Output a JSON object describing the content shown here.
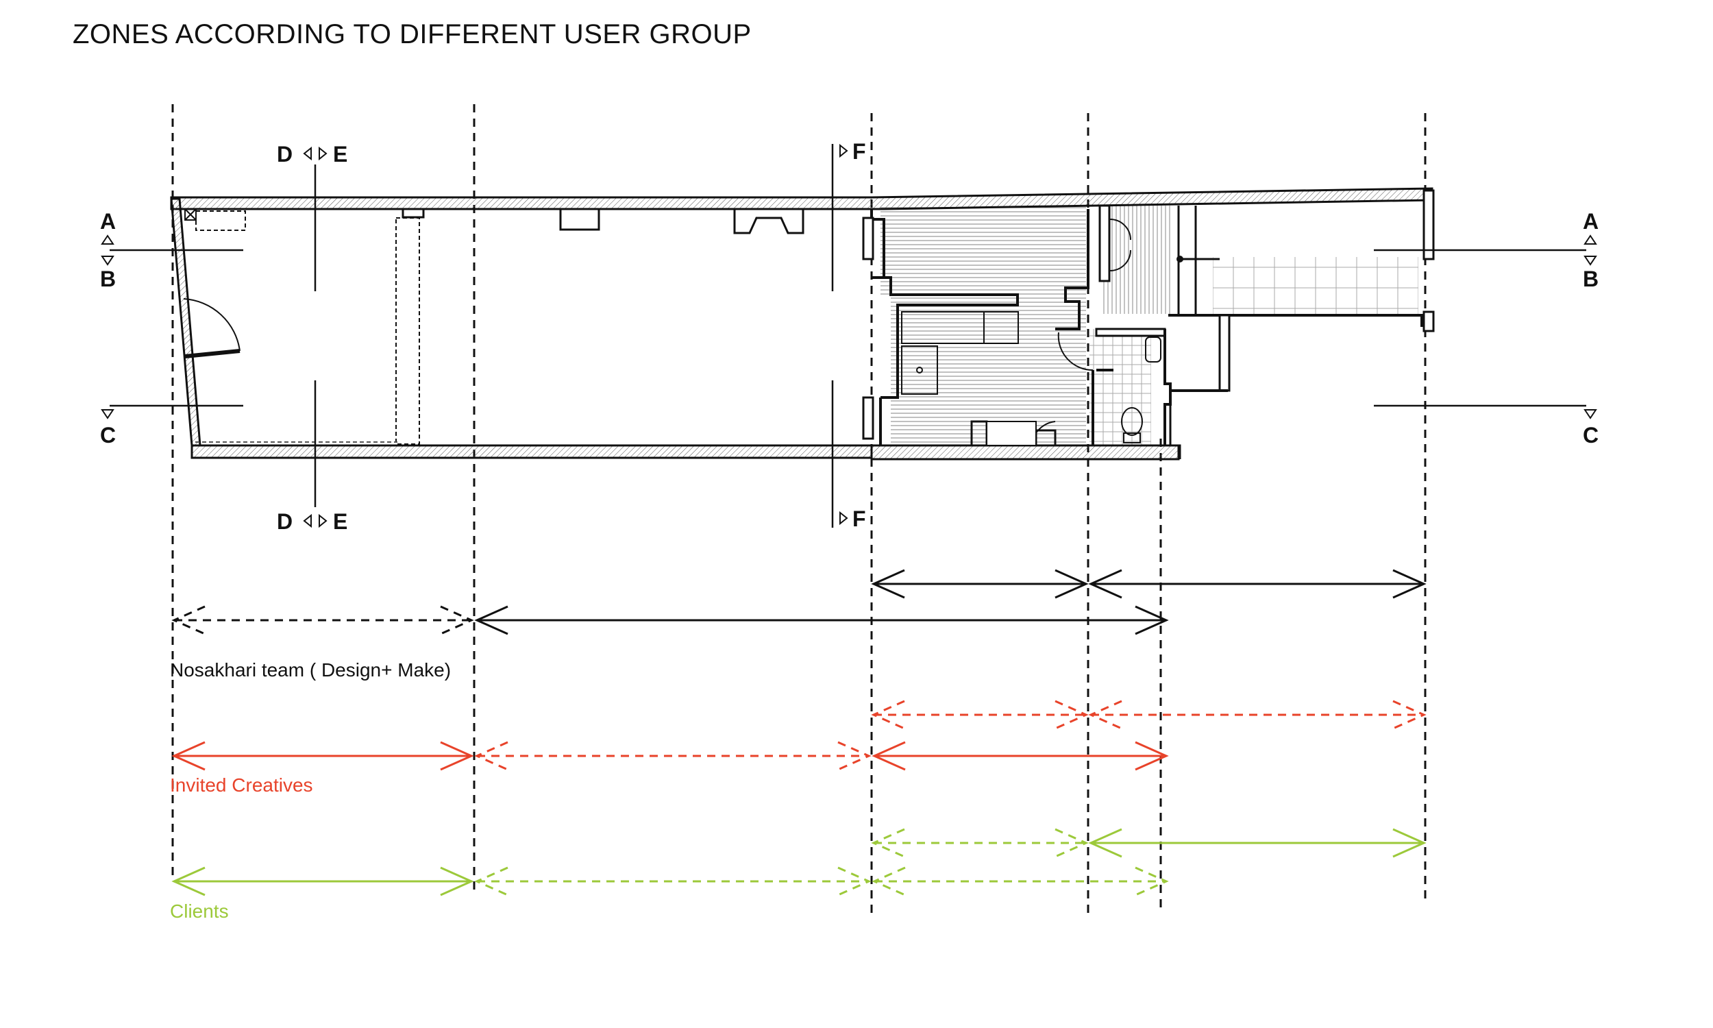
{
  "title": "ZONES ACCORDING TO DIFFERENT USER GROUP",
  "section_markers": {
    "A": "A",
    "B": "B",
    "C": "C",
    "D": "D",
    "E": "E",
    "F": "F"
  },
  "user_groups": [
    {
      "label": "Nosakhari team ( Design+ Make)",
      "color": "#111111"
    },
    {
      "label": "Invited Creatives",
      "color": "#e8432a"
    },
    {
      "label": "Clients",
      "color": "#9cc93a"
    }
  ]
}
